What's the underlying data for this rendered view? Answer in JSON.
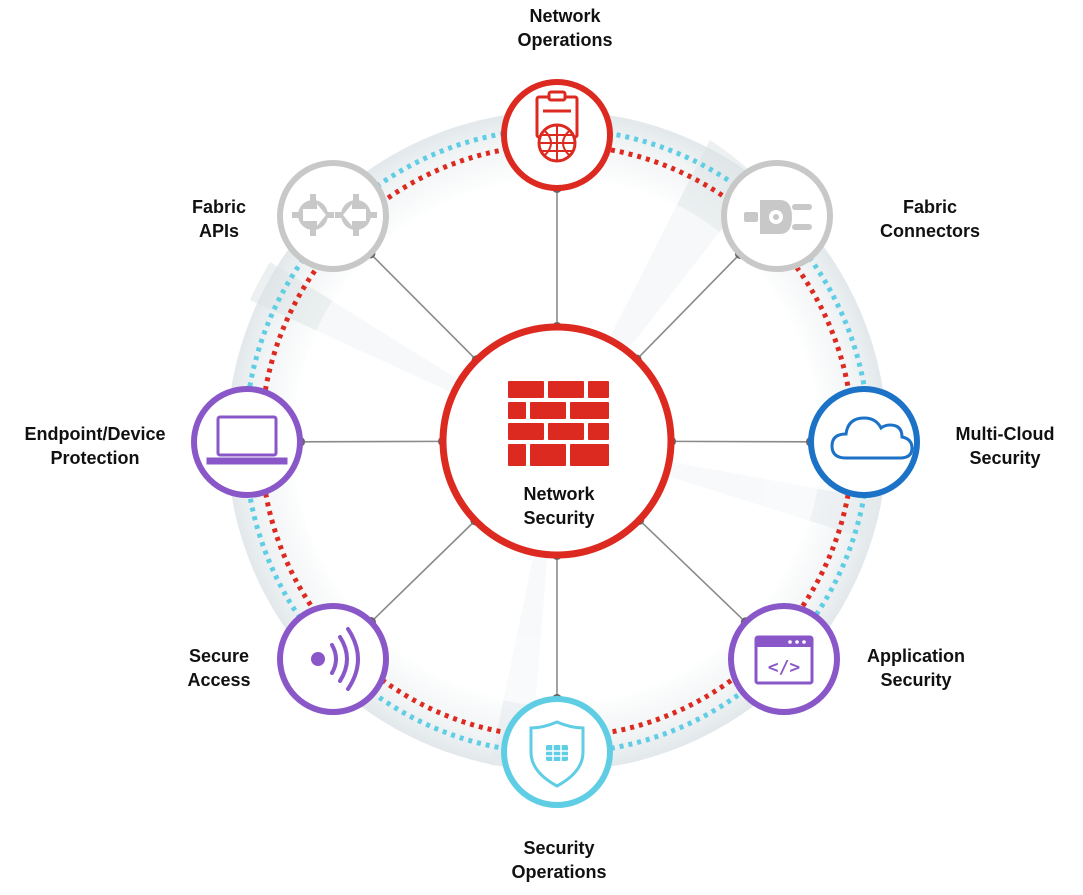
{
  "center": {
    "line1": "Network",
    "line2": "Security",
    "ring_color": "#dd2a20",
    "icon": "firewall-brick-icon"
  },
  "nodes": [
    {
      "id": "network-operations",
      "line1": "Network",
      "line2": "Operations",
      "color": "#dd2a20",
      "icon": "clipboard-globe-icon"
    },
    {
      "id": "fabric-connectors",
      "line1": "Fabric",
      "line2": "Connectors",
      "color": "#c8c8c8",
      "icon": "plug-gear-icon"
    },
    {
      "id": "multi-cloud-security",
      "line1": "Multi-Cloud",
      "line2": "Security",
      "color": "#1b72c6",
      "icon": "cloud-icon"
    },
    {
      "id": "application-security",
      "line1": "Application",
      "line2": "Security",
      "color": "#8a57c9",
      "icon": "code-window-icon"
    },
    {
      "id": "security-operations",
      "line1": "Security",
      "line2": "Operations",
      "color": "#5fcde4",
      "icon": "shield-icon"
    },
    {
      "id": "secure-access",
      "line1": "Secure",
      "line2": "Access",
      "color": "#8a57c9",
      "icon": "wireless-signal-icon"
    },
    {
      "id": "endpoint-device-protection",
      "line1": "Endpoint/Device",
      "line2": "Protection",
      "color": "#8a57c9",
      "icon": "laptop-icon"
    },
    {
      "id": "fabric-apis",
      "line1": "Fabric",
      "line2": "APIs",
      "color": "#c8c8c8",
      "icon": "gears-icon"
    }
  ],
  "colors": {
    "red_dotted_ring": "#dd2a20",
    "blue_dotted_ring": "#5fcde4",
    "connector_line": "#8a8a8a",
    "connector_dot": "#666666",
    "band": "#e6ebee"
  }
}
